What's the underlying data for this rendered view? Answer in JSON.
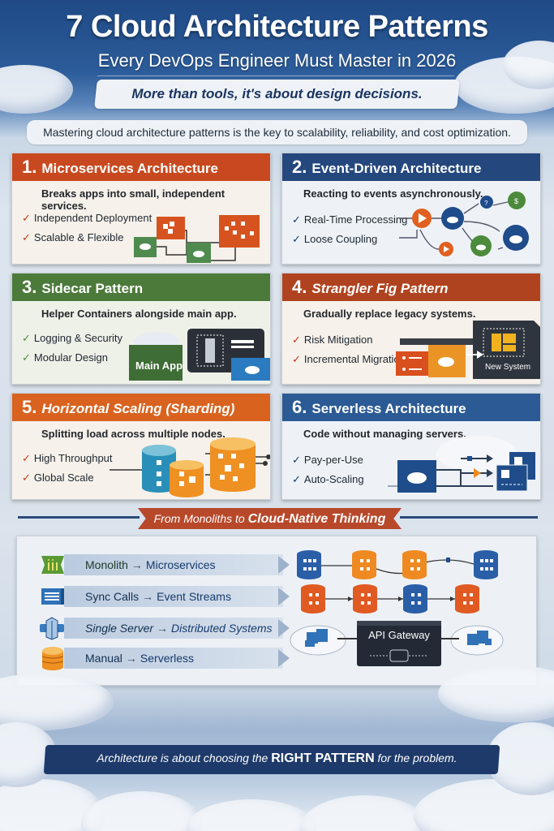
{
  "header": {
    "title": "7 Cloud Architecture Patterns",
    "subtitle": "Every DevOps Engineer Must Master in 2026",
    "tagline": "More than tools, it's about design decisions."
  },
  "intro": "Mastering cloud architecture patterns is the key to scalability, reliability, and cost optimization.",
  "colors": {
    "orange_red": "#c8491f",
    "navy": "#24477e",
    "green": "#4c7a3b",
    "rust": "#b0431f",
    "orange": "#d9621f",
    "blue": "#2b5a94",
    "check_red": "#c0391b",
    "check_navy": "#1d3a66",
    "check_green": "#4d8a3a"
  },
  "patterns": [
    {
      "number": "1.",
      "title": "Microservices Architecture",
      "description": "Breaks apps into small, independent services.",
      "benefits": [
        "Independent Deployment",
        "Scalable & Flexible"
      ],
      "illustration": "microservices-boxes-diagram"
    },
    {
      "number": "2.",
      "title": "Event-Driven Architecture",
      "description": "Reacting to events asynchronously.",
      "benefits": [
        "Real-Time Processing",
        "Loose Coupling"
      ],
      "illustration": "event-flow-nodes-diagram"
    },
    {
      "number": "3.",
      "title": "Sidecar Pattern",
      "description": "Helper Containers alongside main app.",
      "benefits": [
        "Logging & Security",
        "Modular Design"
      ],
      "illustration_label": "Main App"
    },
    {
      "number": "4.",
      "title": "Strangler Fig Pattern",
      "description": "Gradually replace legacy systems.",
      "benefits": [
        "Risk Mitigation",
        "Incremental Migration"
      ],
      "illustration_label": "New System"
    },
    {
      "number": "5.",
      "title": "Horizontal Scaling (Sharding)",
      "description": "Splitting load across multiple nodes.",
      "benefits": [
        "High Throughput",
        "Global Scale"
      ],
      "illustration": "sharded-databases"
    },
    {
      "number": "6.",
      "title": "Serverless Architecture",
      "description": "Code without managing servers.",
      "benefits": [
        "Pay-per-Use",
        "Auto-Scaling"
      ],
      "illustration": "serverless-cloud-functions"
    }
  ],
  "shift_section": {
    "banner_prefix": "From Monoliths to",
    "banner_emphasis": "Cloud-Native Thinking",
    "rows": [
      {
        "from": "Monolith",
        "to": "Microservices",
        "icon": "monolith-icon"
      },
      {
        "from": "Sync Calls",
        "to": "Event Streams",
        "icon": "document-lines-icon"
      },
      {
        "from": "Single Server",
        "to": "Distributed Systems",
        "icon": "server-cube-icon"
      },
      {
        "from": "Manual",
        "to": "Serverless",
        "icon": "database-icon"
      }
    ],
    "gateway_label": "API Gateway",
    "arrow": "→"
  },
  "footer": {
    "prefix": "Architecture is about choosing the",
    "emphasis": "RIGHT PATTERN",
    "suffix": "for the problem."
  }
}
